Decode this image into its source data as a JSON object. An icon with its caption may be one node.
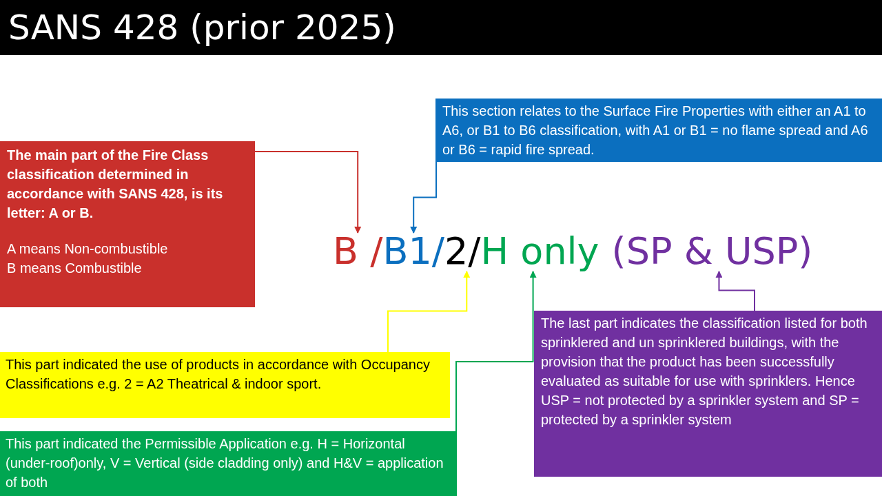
{
  "diagram": {
    "title": "SANS 428 (prior 2025)",
    "nodes": [
      {
        "text": [
          "The main part of the Fire Class classification determined in accordance with SANS 428, is its letter: A or B.",
          "A means Non-combustible",
          "B means Combustible"
        ]
      },
      {
        "text": [
          "This section relates to the Surface Fire Properties with either an A1 to A6, or B1 to B6 classification, with A1 or B1 = no flame spread and A6 or B6 = rapid fire spread."
        ]
      },
      {
        "text": [
          "B /"
        ]
      },
      {
        "text": [
          "B1/"
        ]
      },
      {
        "text": [
          "2/"
        ]
      },
      {
        "text": [
          "H only"
        ]
      },
      {
        "text": [
          "(SP & USP)"
        ]
      },
      {
        "text": [
          "This part indicated the use of products in accordance with Occupancy Classifications e.g. 2 = A2 Theatrical & indoor sport."
        ]
      },
      {
        "text": [
          "This part indicated the Permissible Application e.g. H = Horizontal (under-roof)only, V = Vertical (side cladding only) and H&V = application of both"
        ]
      },
      {
        "text": [
          "The last part indicates the classification listed for both sprinklered and un sprinklered buildings, with the provision that the product has been successfully evaluated as suitable for use with sprinklers. Hence USP = not protected by a sprinkler system and SP = protected by a sprinkler system"
        ]
      }
    ],
    "edges": [
      {
        "from": 0,
        "to": 2,
        "arrow": "to",
        "color": "#c9302c"
      },
      {
        "from": 1,
        "to": 3,
        "arrow": "to",
        "color": "#0b6fbf"
      },
      {
        "from": 7,
        "to": 4,
        "arrow": "to",
        "color": "#ffff00"
      },
      {
        "from": 8,
        "to": 5,
        "arrow": "to",
        "color": "#00a651"
      },
      {
        "from": 9,
        "to": 6,
        "arrow": "to",
        "color": "#7030a0"
      }
    ]
  }
}
